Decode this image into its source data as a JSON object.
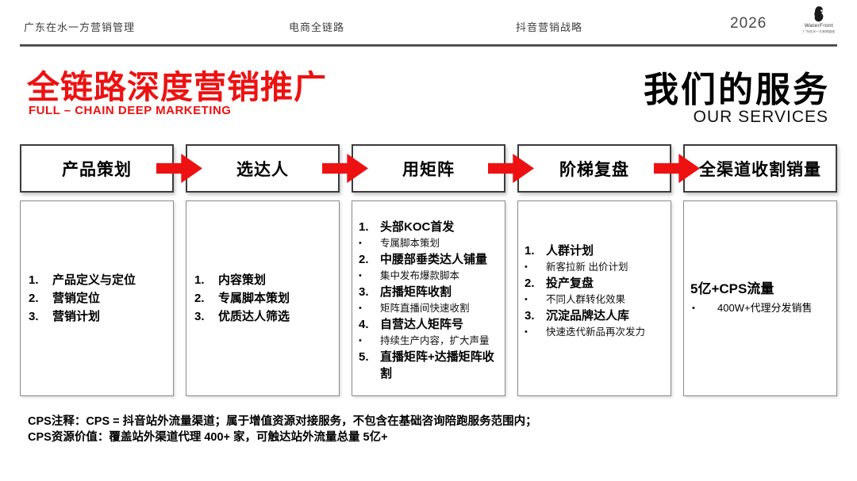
{
  "colors": {
    "accent_red": "#ee1111"
  },
  "topbar": {
    "left": "广东在水一方营销管理",
    "center1": "电商全链路",
    "center2": "抖音营销战略",
    "year": "2026",
    "logo_text": "WaterFront",
    "logo_subtext": "广东在水一方营销管理"
  },
  "title": {
    "main": "全链路深度营销推广",
    "sub": "FULL – CHAIN DEEP MARKETING"
  },
  "services": {
    "main": "我们的服务",
    "sub": "OUR SERVICES"
  },
  "columns": [
    {
      "header": "产品策划",
      "items": [
        {
          "t": "num",
          "n": "1.",
          "text": "产品定义与定位"
        },
        {
          "t": "num",
          "n": "2.",
          "text": "营销定位"
        },
        {
          "t": "num",
          "n": "3.",
          "text": "营销计划"
        }
      ]
    },
    {
      "header": "选达人",
      "items": [
        {
          "t": "num",
          "n": "1.",
          "text": "内容策划"
        },
        {
          "t": "num",
          "n": "2.",
          "text": "专属脚本策划"
        },
        {
          "t": "num",
          "n": "3.",
          "text": "优质达人筛选"
        }
      ]
    },
    {
      "header": "用矩阵",
      "items": [
        {
          "t": "num",
          "n": "1.",
          "text": "头部KOC首发"
        },
        {
          "t": "bullet",
          "text": "专属脚本策划"
        },
        {
          "t": "num",
          "n": "2.",
          "text": "中腰部垂类达人铺量"
        },
        {
          "t": "bullet",
          "text": "集中发布爆款脚本"
        },
        {
          "t": "num",
          "n": "3.",
          "text": "店播矩阵收割"
        },
        {
          "t": "bullet",
          "text": "矩阵直播间快速收割"
        },
        {
          "t": "num",
          "n": "4.",
          "text": "自营达人矩阵号"
        },
        {
          "t": "bullet",
          "text": "持续生产内容，扩大声量"
        },
        {
          "t": "num",
          "n": "5.",
          "text": "直播矩阵+达播矩阵收割"
        }
      ]
    },
    {
      "header": "阶梯复盘",
      "items": [
        {
          "t": "num",
          "n": "1.",
          "text": "人群计划"
        },
        {
          "t": "bullet",
          "text": "新客拉新 出价计划"
        },
        {
          "t": "num",
          "n": "2.",
          "text": "投产复盘"
        },
        {
          "t": "bullet",
          "text": "不同人群转化效果"
        },
        {
          "t": "num",
          "n": "3.",
          "text": "沉淀品牌达人库"
        },
        {
          "t": "bullet",
          "text": "快速迭代新品再次发力"
        }
      ]
    },
    {
      "header": "全渠道收割销量",
      "items": [
        {
          "t": "title",
          "text": "5亿+CPS流量"
        },
        {
          "t": "bullet",
          "text": "400W+代理分发销售"
        }
      ]
    }
  ],
  "footnotes": [
    "CPS注释：CPS = 抖音站外流量渠道；属于增值资源对接服务，不包含在基础咨询陪跑服务范围内；",
    "CPS资源价值：覆盖站外渠道代理 400+ 家，可触达站外流量总量 5亿+"
  ]
}
